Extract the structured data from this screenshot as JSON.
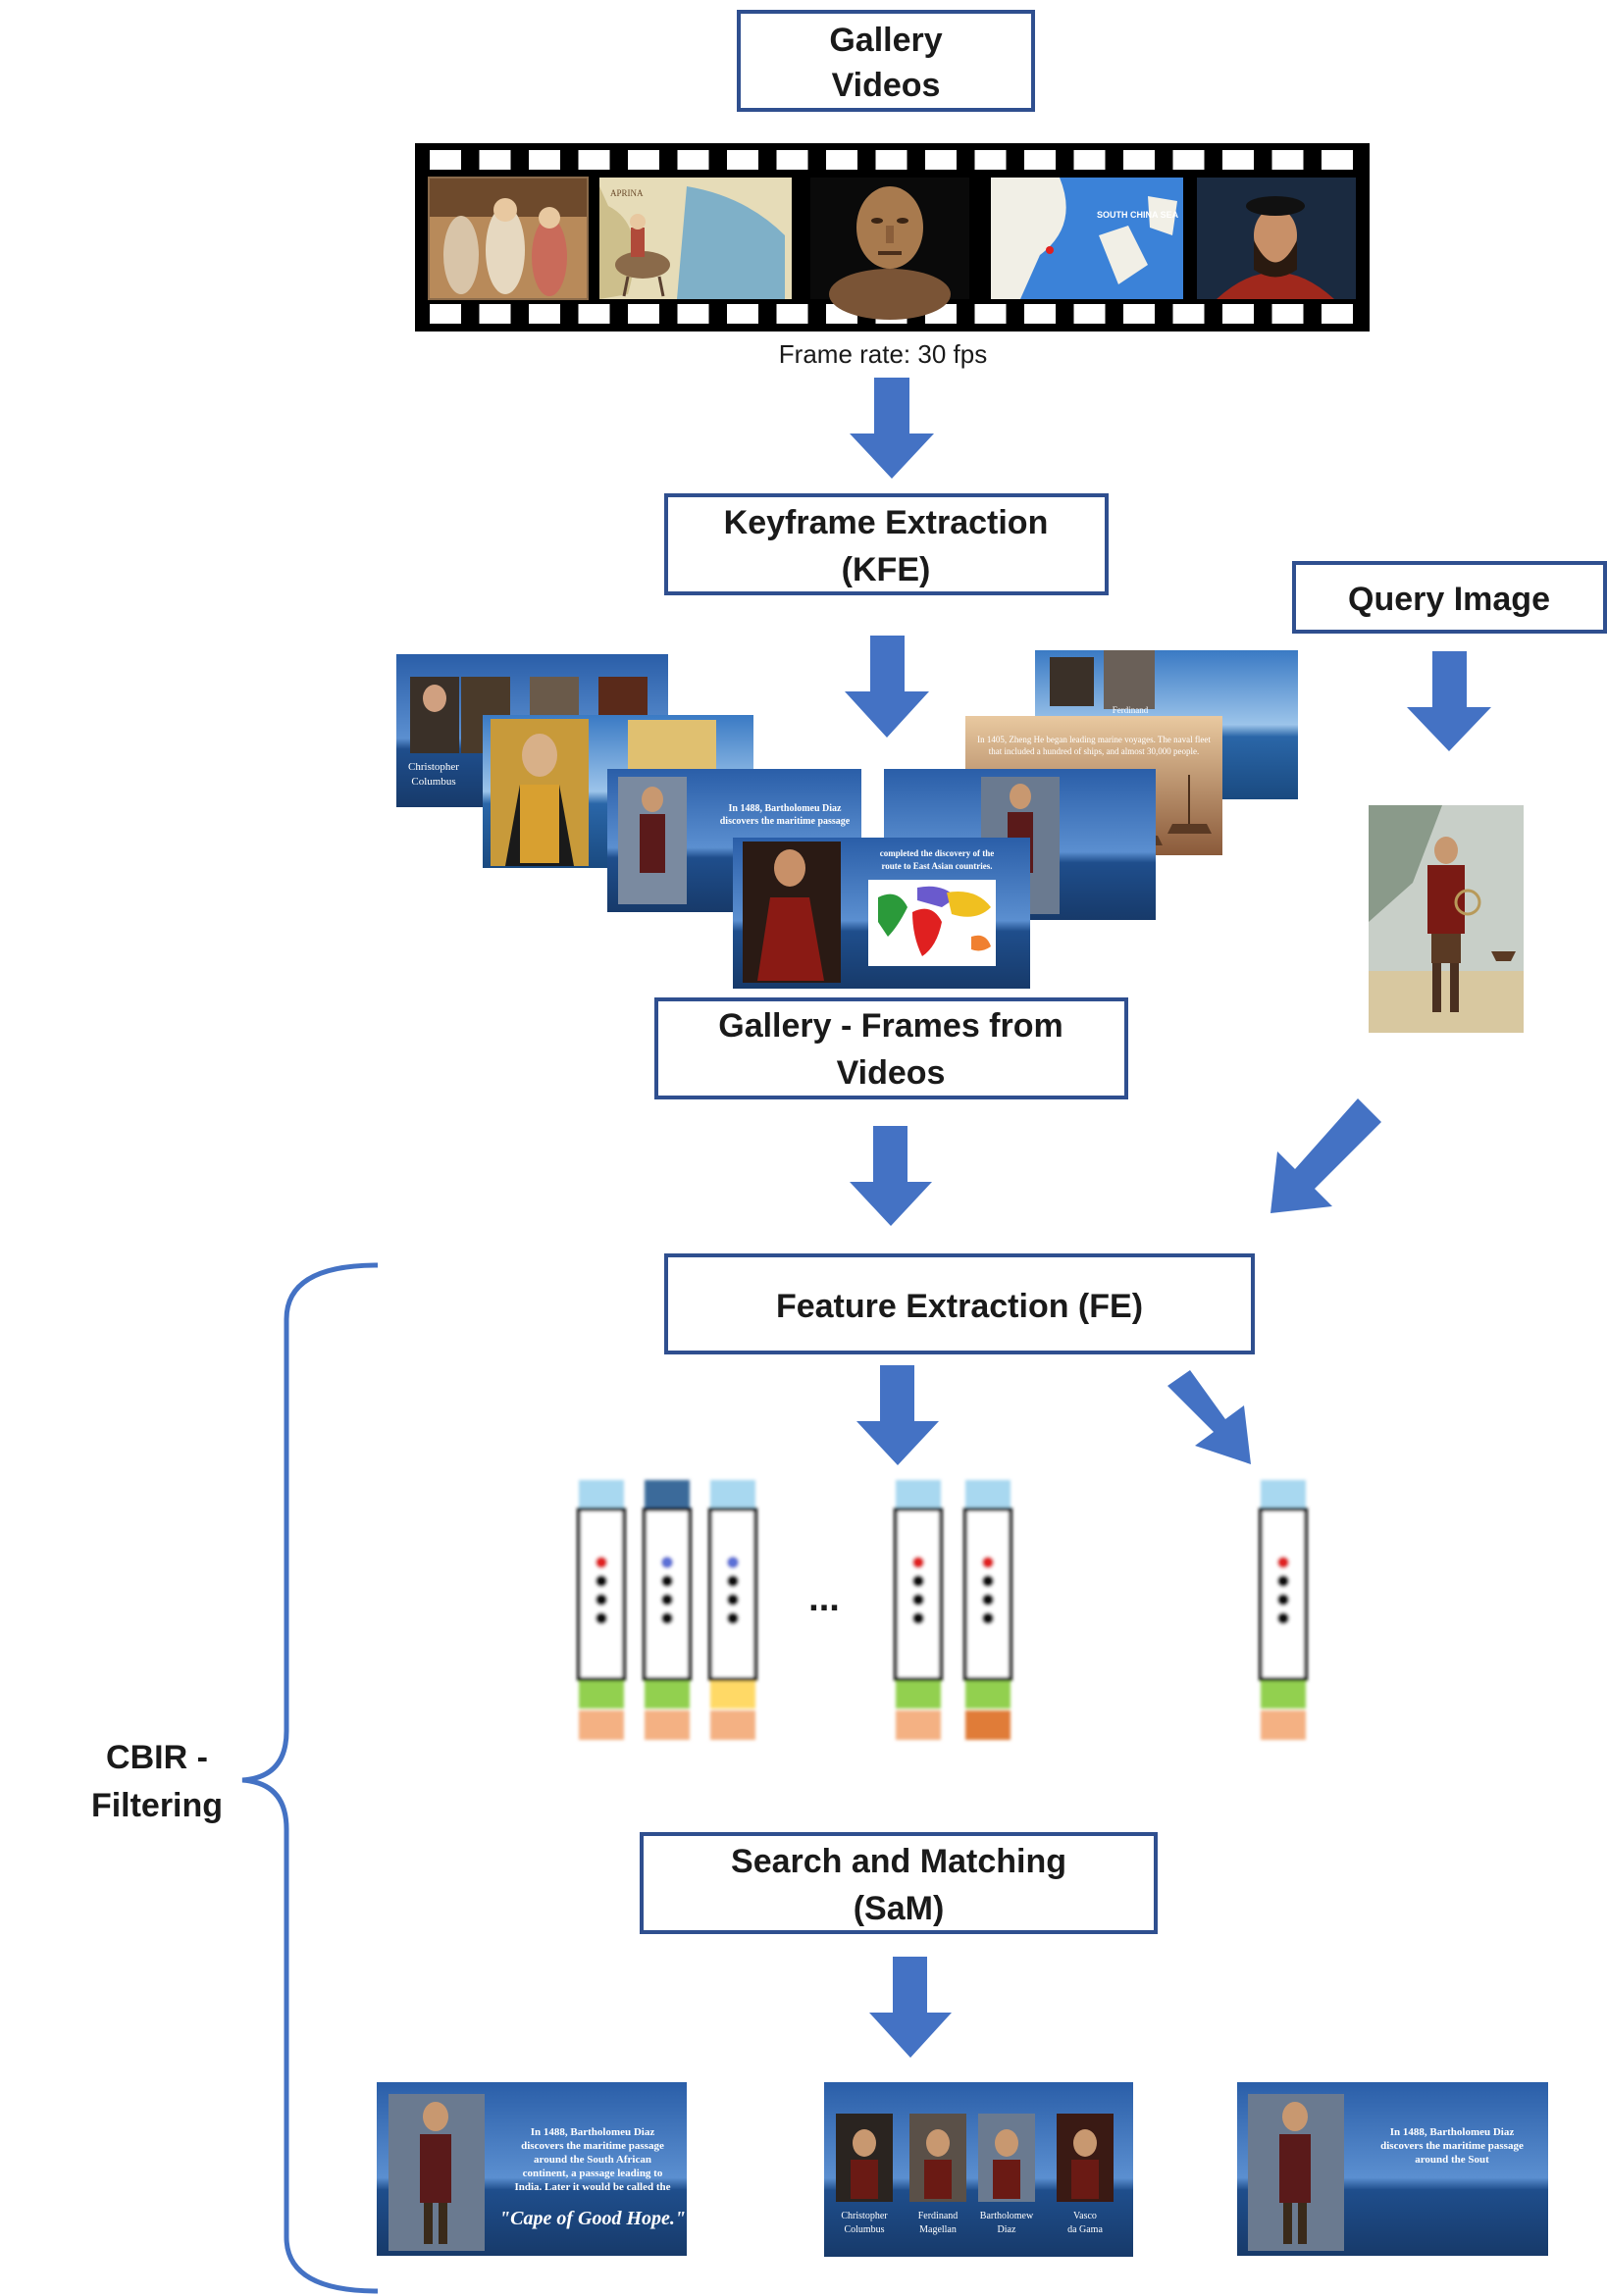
{
  "boxes": {
    "gallery_videos": [
      "Gallery",
      "Videos"
    ],
    "kfe": [
      "Keyframe Extraction",
      "(KFE)"
    ],
    "query_image": [
      "Query Image"
    ],
    "gallery_frames": [
      "Gallery - Frames from",
      "Videos"
    ],
    "fe": [
      "Feature Extraction (FE)"
    ],
    "sam": [
      "Search and Matching",
      "(SaM)"
    ]
  },
  "frame_rate": "Frame rate: 30 fps",
  "cbir_label": [
    "CBIR -",
    "Filtering"
  ],
  "ellipsis": "...",
  "slide_texts": {
    "gallery_a_name": [
      "Christopher",
      "Columbus"
    ],
    "gallery_b_text": [
      "In 1405, Zheng He began leading marine voyages. The naval fleet",
      "that included a hundred of ships, and almost 30,000 people."
    ],
    "gallery_c_name": "Ferdinand",
    "gallery_d_text": [
      "In 1488, Bartholomeu Diaz",
      "discovers the maritime passage"
    ],
    "gallery_e_text": [
      "completed the discovery of the",
      "route to East Asian countries."
    ],
    "result_1": [
      "In 1488, Bartholomeu Diaz",
      "discovers the maritime passage",
      "around the South African",
      "continent, a passage leading to",
      "India. Later it would be called the"
    ],
    "result_1_quote": "\"Cape of Good Hope.\"",
    "result_2_names": [
      "Christopher Columbus",
      "Ferdinand Magellan",
      "Bartholomew Diaz",
      "Vasco da Gama"
    ],
    "result_3": [
      "In 1488, Bartholomeu Diaz",
      "discovers the maritime passage",
      "around the Sout"
    ]
  },
  "colors": {
    "arrow_blue": "#4472c4",
    "box_border": "#2f4f8f",
    "bracket_blue": "#4472c4",
    "feature_top": "#a8d8f0",
    "feature_green": "#92d050",
    "feature_orange": "#f4b183",
    "feature_yellow": "#ffd966",
    "feature_dark_orange": "#e07b39",
    "dot_red": "#e02020",
    "dot_blue": "#5b6fd6"
  }
}
